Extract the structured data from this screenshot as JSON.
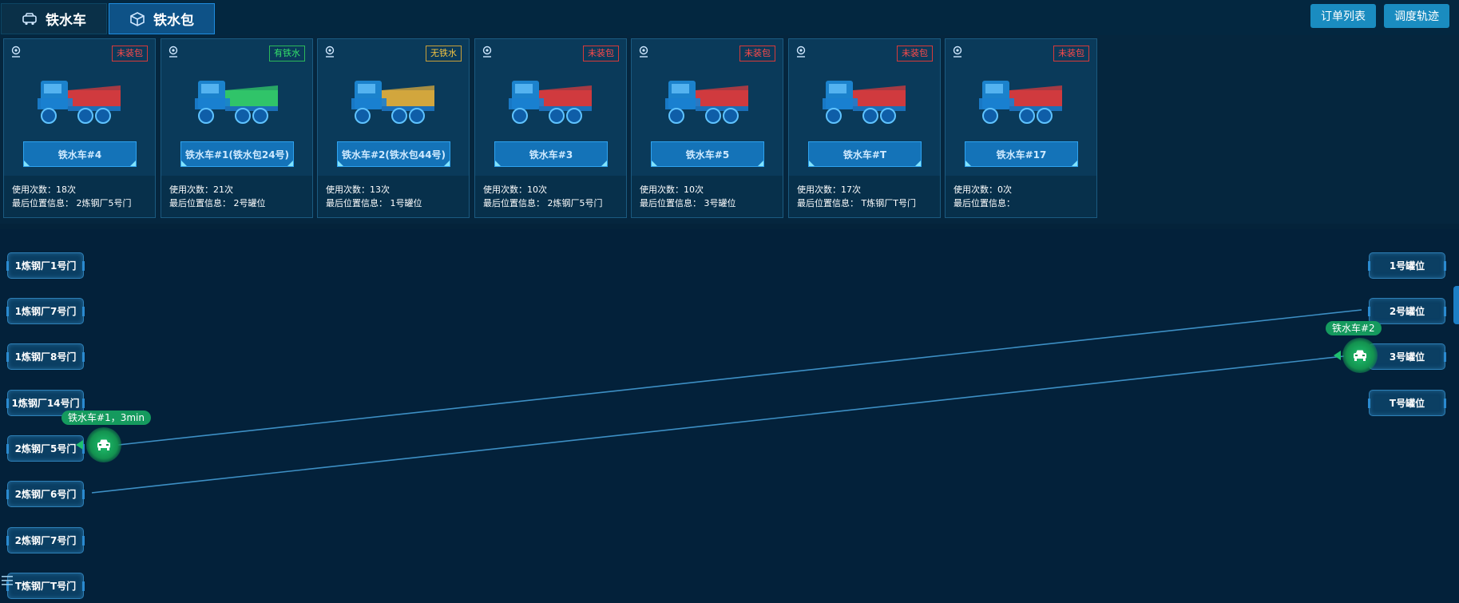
{
  "tabs": [
    {
      "label": "铁水车",
      "icon": "truck-icon"
    },
    {
      "label": "铁水包",
      "icon": "box-icon"
    }
  ],
  "actions": {
    "order_list": "订单列表",
    "dispatch_track": "调度轨迹"
  },
  "info_labels": {
    "usage": "使用次数：",
    "last_location": "最后位置信息："
  },
  "cards": [
    {
      "name": "铁水车#4",
      "status": "未装包",
      "status_color": "#ff4a4a",
      "truck_color": "#e53b3b",
      "usage": "18次",
      "location": "2炼钢厂5号门"
    },
    {
      "name": "铁水车#1(铁水包24号)",
      "status": "有铁水",
      "status_color": "#33e06a",
      "truck_color": "#34d46a",
      "usage": "21次",
      "location": "2号罐位"
    },
    {
      "name": "铁水车#2(铁水包44号)",
      "status": "无铁水",
      "status_color": "#f5c542",
      "truck_color": "#e8b23a",
      "usage": "13次",
      "location": "1号罐位"
    },
    {
      "name": "铁水车#3",
      "status": "未装包",
      "status_color": "#ff4a4a",
      "truck_color": "#e53b3b",
      "usage": "10次",
      "location": "2炼钢厂5号门"
    },
    {
      "name": "铁水车#5",
      "status": "未装包",
      "status_color": "#ff4a4a",
      "truck_color": "#e53b3b",
      "usage": "10次",
      "location": "3号罐位"
    },
    {
      "name": "铁水车#T",
      "status": "未装包",
      "status_color": "#ff4a4a",
      "truck_color": "#e53b3b",
      "usage": "17次",
      "location": "T炼钢厂T号门"
    },
    {
      "name": "铁水车#17",
      "status": "未装包",
      "status_color": "#ff4a4a",
      "truck_color": "#e53b3b",
      "usage": "0次",
      "location": ""
    }
  ],
  "map": {
    "left_nodes": [
      "1炼钢厂1号门",
      "1炼钢厂7号门",
      "1炼钢厂8号门",
      "1炼钢厂14号门",
      "2炼钢厂5号门",
      "2炼钢厂6号门",
      "2炼钢厂7号门",
      "T炼钢厂T号门"
    ],
    "right_nodes": [
      "1号罐位",
      "2号罐位",
      "3号罐位",
      "T号罐位"
    ],
    "vehicles": [
      {
        "label": "铁水车#1，3min"
      },
      {
        "label": "铁水车#2"
      }
    ]
  },
  "colors": {
    "accent": "#1a8cc0",
    "route_line": "#3d8fc4",
    "vehicle_green": "#159a5e"
  }
}
